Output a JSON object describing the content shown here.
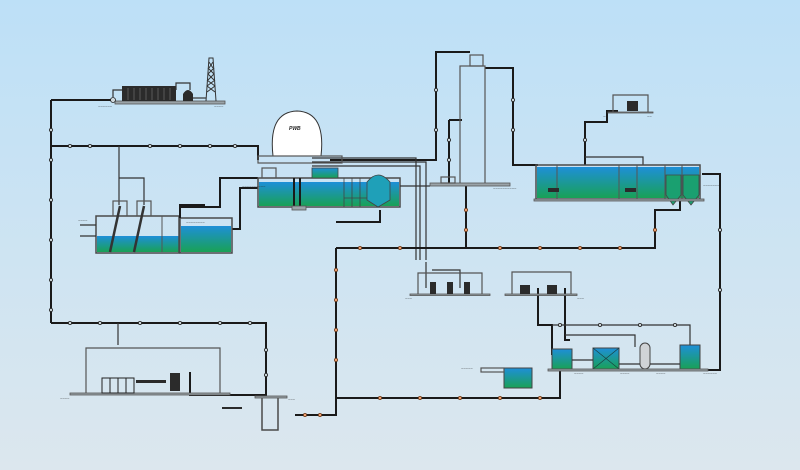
{
  "diagram": {
    "title": "Wastewater treatment process flow",
    "background": {
      "top": "#bfe0f6",
      "bottom": "#dbe7ef"
    },
    "colors": {
      "water_top": "#1f8fd6",
      "water_bottom": "#18a05a",
      "pipe": "#1a1a1a",
      "valve_orange": "#f0a070",
      "dome": "#ffffff"
    },
    "units": [
      {
        "id": "boiler-stack",
        "name": "Biogas boiler and chimney",
        "label_left": "~~~~~~",
        "label_right": "~~~~"
      },
      {
        "id": "screen-tank",
        "name": "Screen / grit tank",
        "label": "~~~~"
      },
      {
        "id": "equalization-tank",
        "name": "Equalization tank",
        "label": "~~~~~~~~"
      },
      {
        "id": "gas-holder",
        "name": "Gas holder dome",
        "label": "PWB"
      },
      {
        "id": "anaerobic-reactor",
        "name": "Anaerobic reactor",
        "label": "~~~~~~~~~~"
      },
      {
        "id": "tower",
        "name": "Reactor tower",
        "label": "~~~~~~~~~~"
      },
      {
        "id": "ao-tank",
        "name": "A/O biological tank",
        "label": "~~~~~~~"
      },
      {
        "id": "blower-house-top",
        "name": "Blower room",
        "label_left": "~~",
        "label_right": "~~"
      },
      {
        "id": "dosing-room",
        "name": "Dosing room",
        "label": "~~~"
      },
      {
        "id": "pump-room",
        "name": "Pump room",
        "label": "~~~"
      },
      {
        "id": "sludge-room",
        "name": "Sludge dewatering room",
        "label": "~~~~"
      },
      {
        "id": "sump",
        "name": "Sump pit",
        "label": "~~~"
      },
      {
        "id": "advanced-treatment",
        "name": "Advanced treatment train",
        "labels": [
          "~~~~~",
          "~~~~",
          "~~~~",
          "~~~~",
          "~~~~~~"
        ]
      }
    ],
    "dome_label": "PWB"
  }
}
